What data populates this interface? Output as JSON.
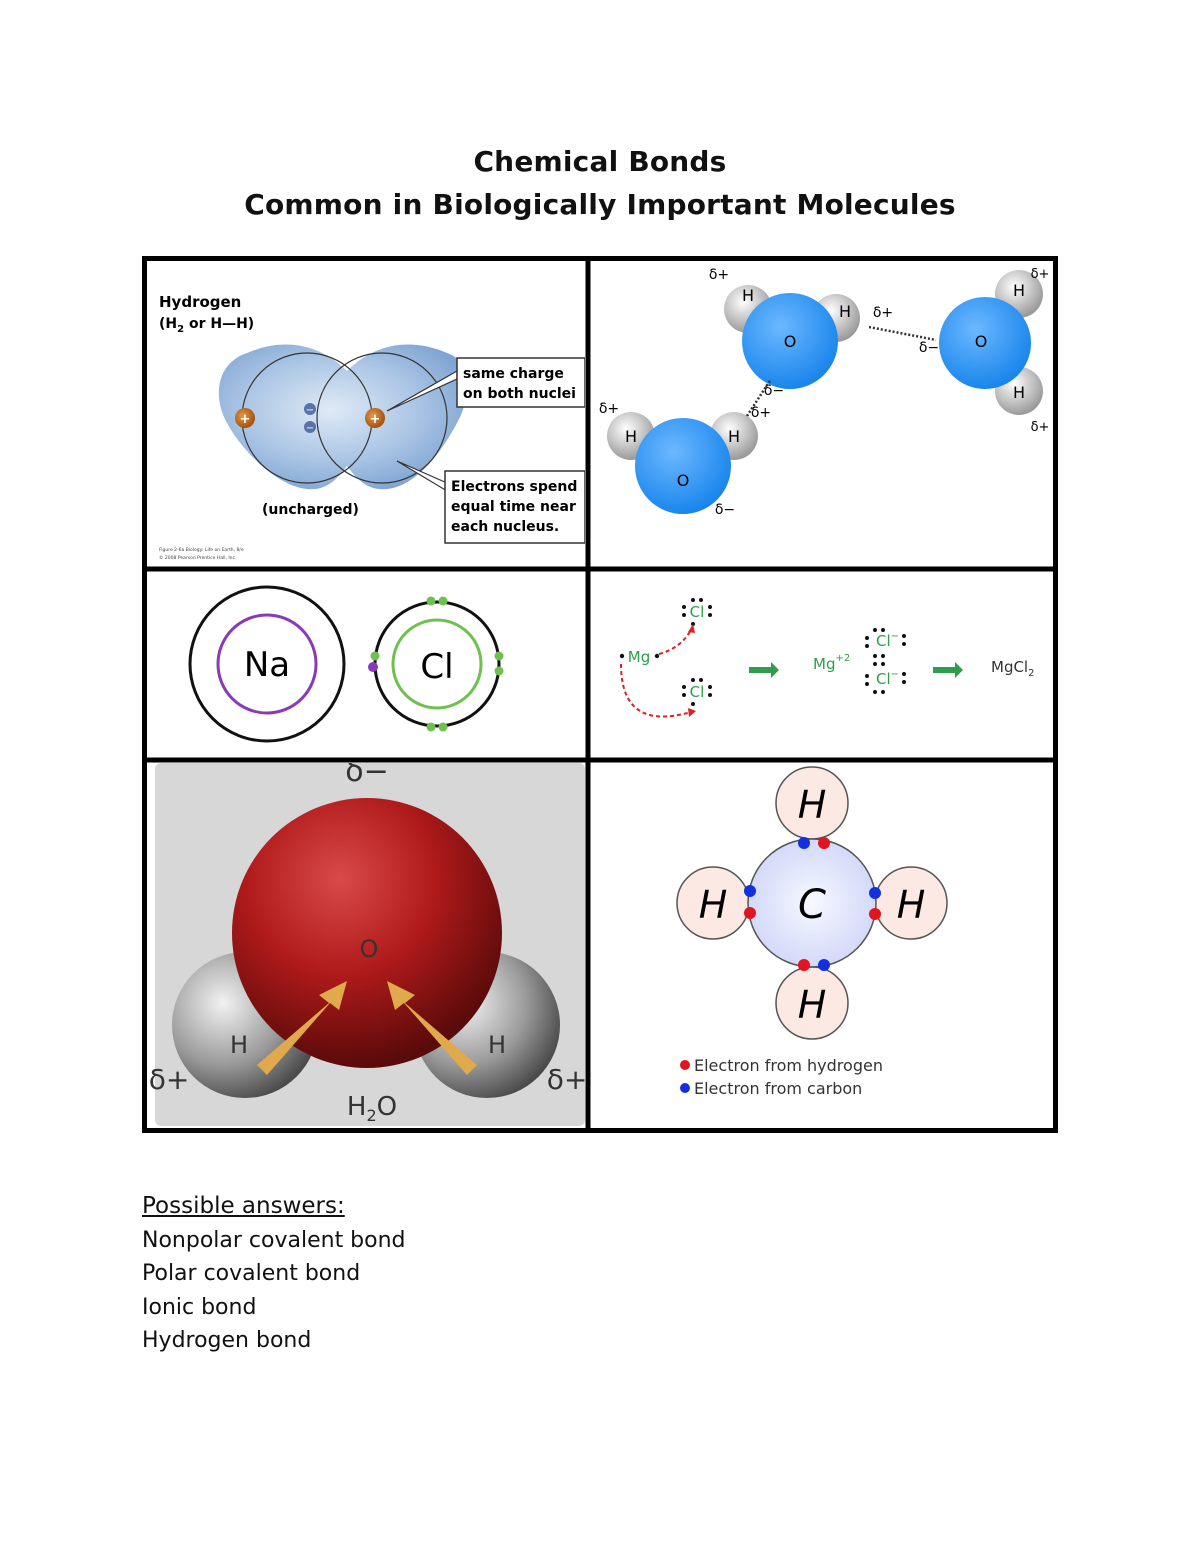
{
  "page": {
    "title_line1": "Chemical Bonds",
    "title_line2": "Common in Biologically Important Molecules"
  },
  "panel_h2": {
    "title": "Hydrogen",
    "formula_pre": "(H",
    "formula_sub": "2",
    "formula_post": " or H—H)",
    "callout1_line1": "same charge",
    "callout1_line2": "on both nuclei",
    "callout2_line1": "Electrons spend",
    "callout2_line2": "equal time near",
    "callout2_line3": "each nucleus.",
    "uncharged": "(uncharged)",
    "credit_line1": "Figure 2-6a  Biology: Life on Earth, 8/e",
    "credit_line2": "© 2008 Pearson Prentice Hall, Inc.",
    "plus": "+",
    "minus": "−"
  },
  "panel_water_network": {
    "delta_plus": "δ+",
    "delta_minus": "δ−",
    "h": "H",
    "o": "O"
  },
  "panel_nacl": {
    "na": "Na",
    "cl": "Cl"
  },
  "panel_mgcl2": {
    "mg": "Mg",
    "cl": "Cl",
    "mg_ion": "Mg",
    "mg_charge": "+2",
    "cl_ion": "Cl",
    "cl_charge": "−",
    "product_pre": "MgCl",
    "product_sub": "2"
  },
  "panel_h2o": {
    "delta_minus": "δ−",
    "delta_plus": "δ+",
    "o": "O",
    "h": "H",
    "formula_pre": "H",
    "formula_sub": "2",
    "formula_post": "O"
  },
  "panel_ch4": {
    "c": "C",
    "h": "H",
    "legend_hydrogen": "Electron from hydrogen",
    "legend_carbon": "Electron from carbon",
    "color_hydrogen": "#e0151f",
    "color_carbon": "#1230e0"
  },
  "answers": {
    "header": "Possible answers:",
    "items": [
      "Nonpolar covalent bond",
      "Polar covalent bond",
      "Ionic bond",
      "Hydrogen bond"
    ]
  }
}
